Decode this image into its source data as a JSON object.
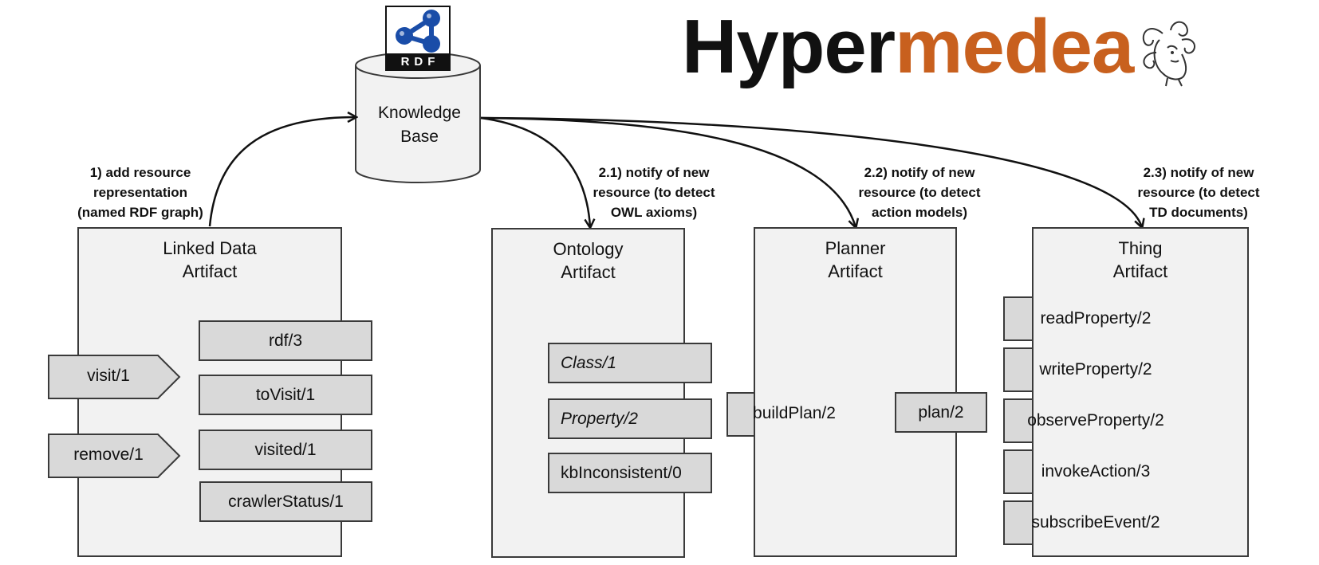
{
  "logo": {
    "text_dark": "Hyper",
    "text_accent": "medea",
    "accent_color": "#c8601e",
    "mascot": "medusa-head-icon"
  },
  "rdf_logo": {
    "label": "RDF",
    "color": "#1a4da8"
  },
  "knowledge_base": {
    "line1": "Knowledge",
    "line2": "Base"
  },
  "annotations": {
    "a1": [
      "1) add resource",
      "representation",
      "(named RDF graph)"
    ],
    "a21": [
      "2.1) notify of new",
      "resource (to detect",
      "OWL axioms)"
    ],
    "a22": [
      "2.2) notify of new",
      "resource (to detect",
      "action models)"
    ],
    "a23": [
      "2.3) notify of new",
      "resource (to detect",
      "TD documents)"
    ]
  },
  "artifacts": {
    "linked_data": {
      "title": [
        "Linked Data",
        "Artifact"
      ],
      "operations": [
        "visit/1",
        "remove/1"
      ],
      "observables": [
        "rdf/3",
        "toVisit/1",
        "visited/1",
        "crawlerStatus/1"
      ]
    },
    "ontology": {
      "title": [
        "Ontology",
        "Artifact"
      ],
      "observables": [
        "Class/1",
        "Property/2",
        "kbInconsistent/0"
      ]
    },
    "planner": {
      "title": [
        "Planner",
        "Artifact"
      ],
      "operations": [
        "buildPlan/2"
      ],
      "observables": [
        "plan/2"
      ]
    },
    "thing": {
      "title": [
        "Thing",
        "Artifact"
      ],
      "operations": [
        "readProperty/2",
        "writeProperty/2",
        "observeProperty/2",
        "invokeAction/3",
        "subscribeEvent/2"
      ]
    }
  },
  "colors": {
    "artifact_fill": "#f2f2f2",
    "box_fill": "#d9d9d9",
    "stroke": "#3a3a3a"
  }
}
